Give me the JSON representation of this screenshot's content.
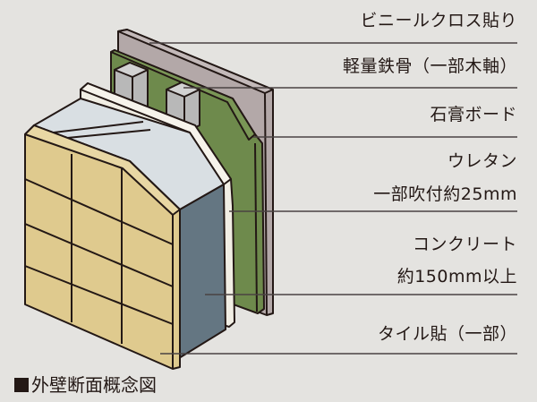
{
  "caption": "外壁断面概念図",
  "labels": {
    "vinyl_cloth": "ビニールクロス貼り",
    "light_steel": "軽量鉄骨（一部木軸）",
    "gypsum_board": "石膏ボード",
    "urethane_line1": "ウレタン",
    "urethane_line2": "一部吹付約25mm",
    "concrete_line1": "コンクリート",
    "concrete_line2": "約150mm以上",
    "tile": "タイル貼（一部）"
  },
  "colors": {
    "background": "#e4e3e0",
    "vinyl_cloth": "#b3a8a8",
    "gypsum_board": "#6e8a4c",
    "steel_studs": "#b8b8b8",
    "urethane": "#f1eee4",
    "concrete_top": "#d9dfe3",
    "concrete_side": "#647682",
    "tile": "#dfca8e",
    "outline": "#231815"
  }
}
